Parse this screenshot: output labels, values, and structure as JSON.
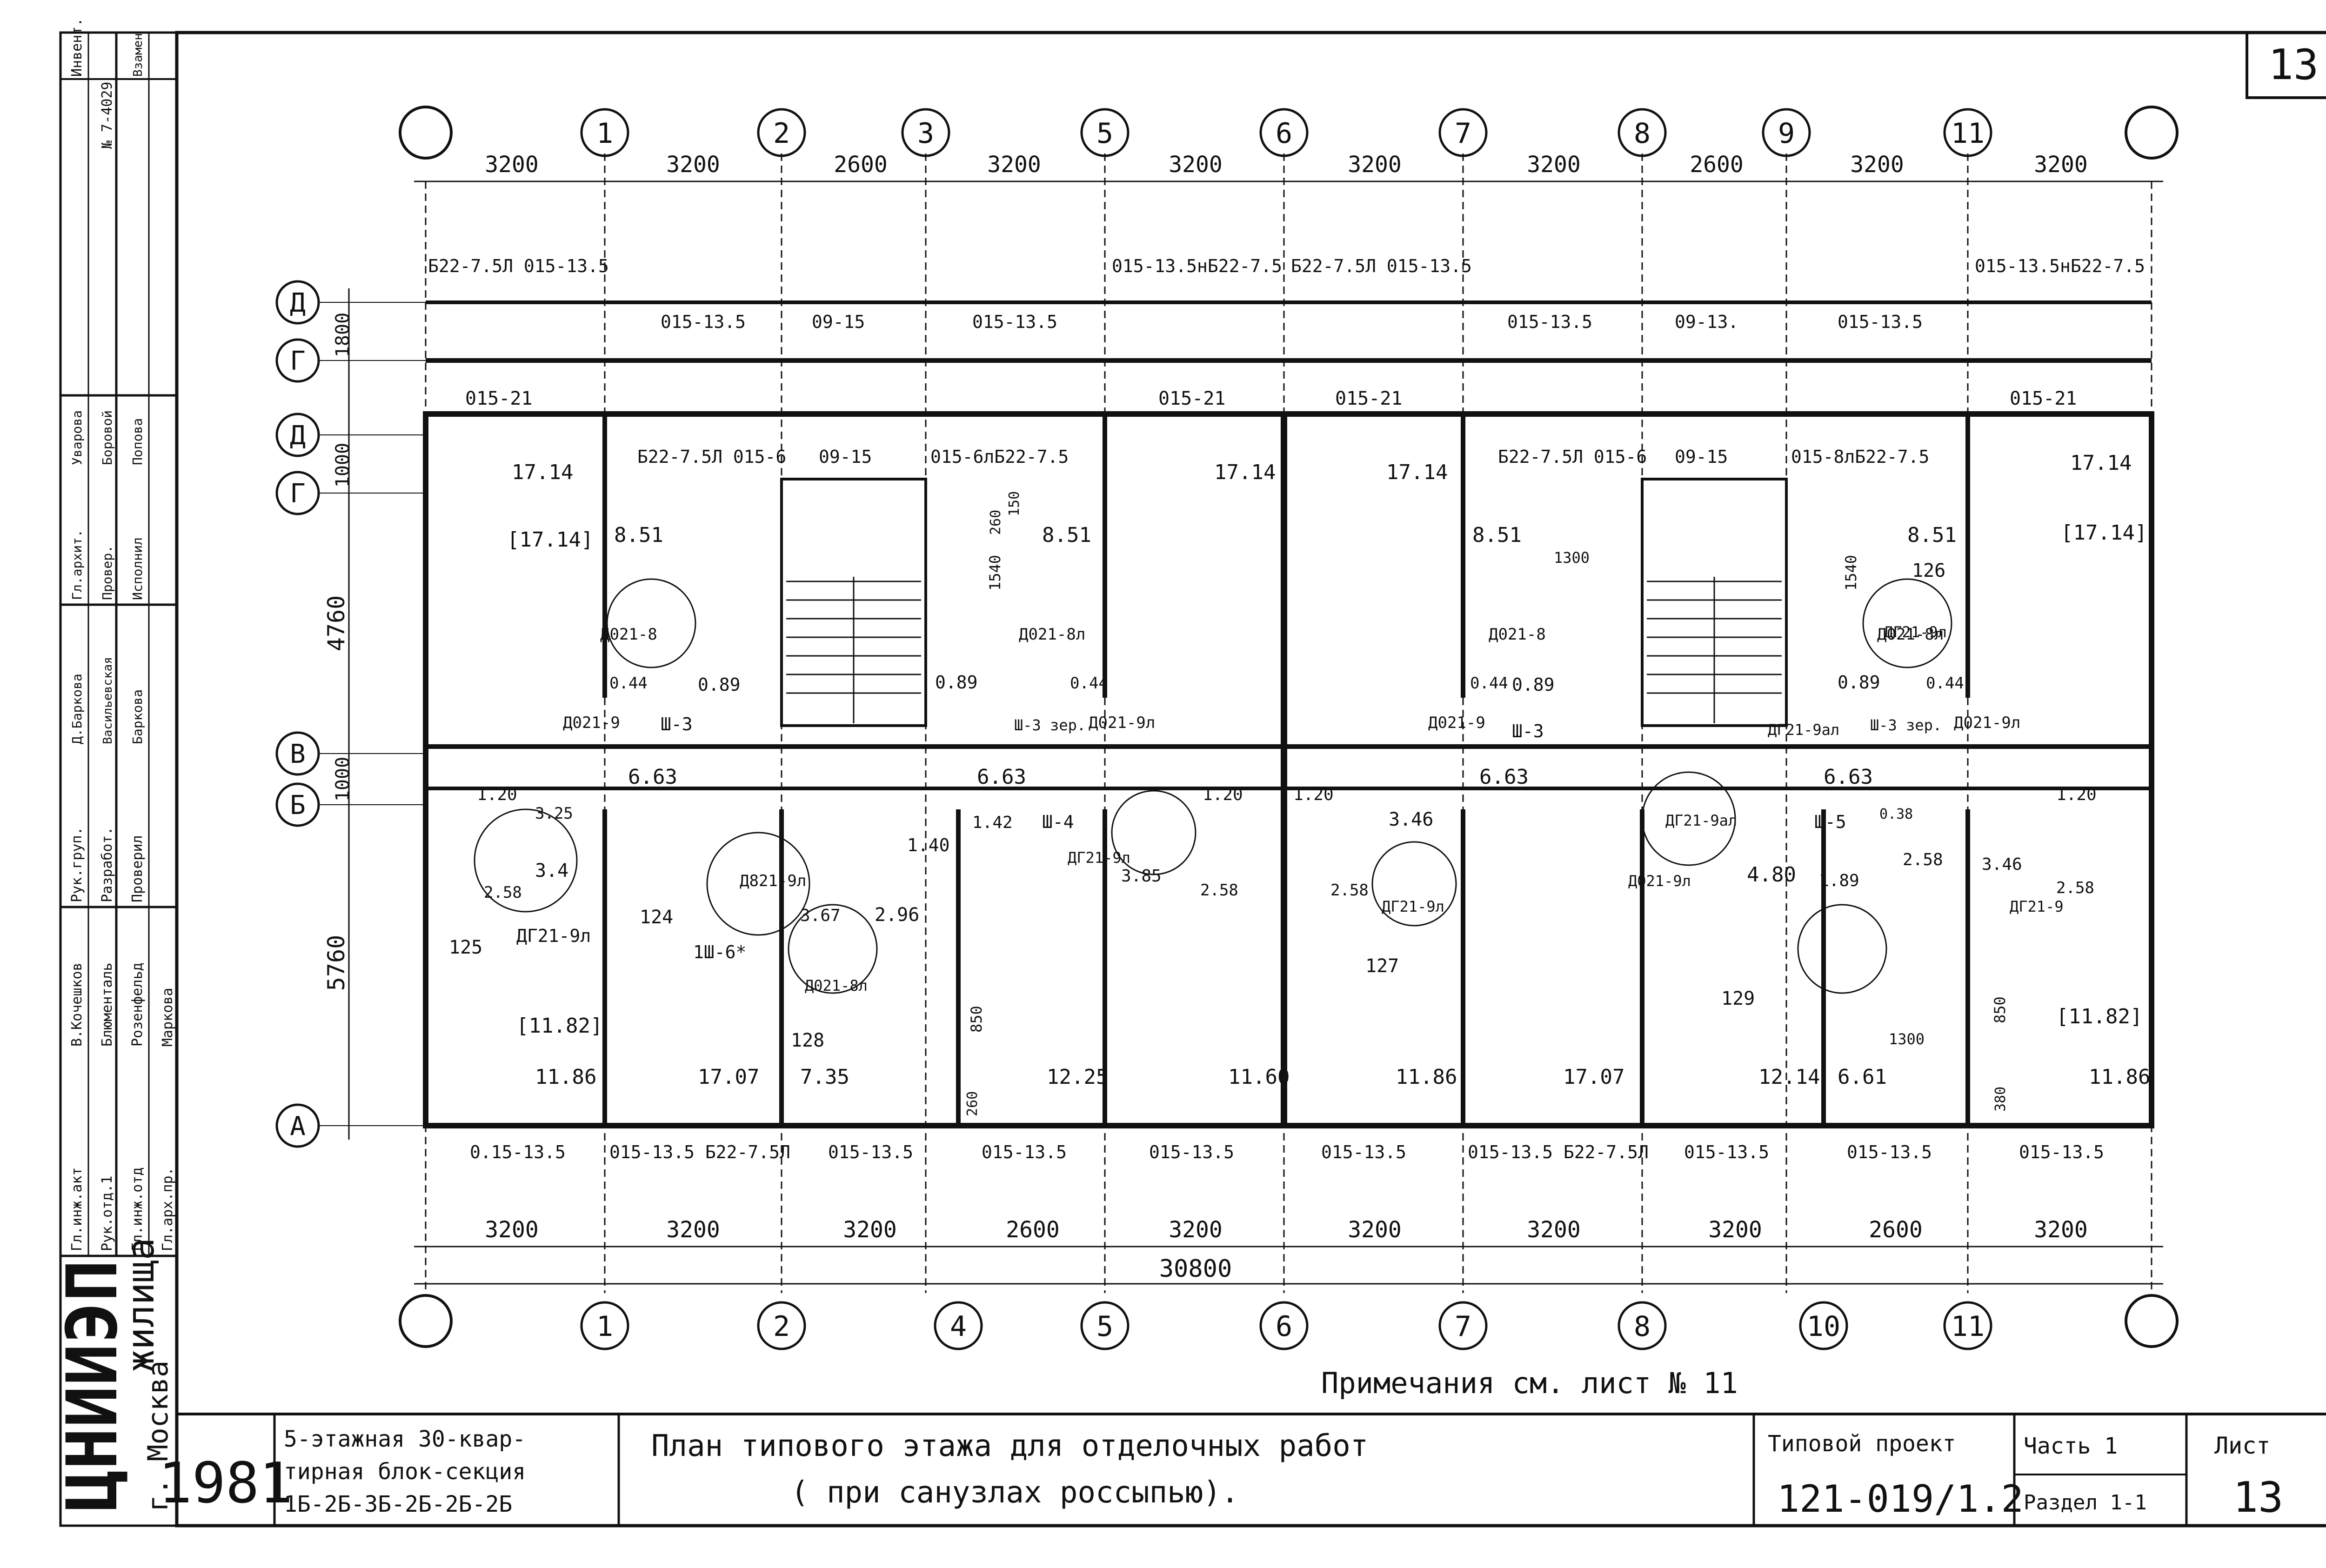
{
  "sheet": {
    "corner_number": "13",
    "note": "Примечания  см. лист № 11"
  },
  "axes": {
    "top_numbers": [
      "1",
      "2",
      "3",
      "5",
      "6",
      "7",
      "8",
      "9",
      "11"
    ],
    "bottom_numbers": [
      "1",
      "2",
      "4",
      "5",
      "6",
      "7",
      "8",
      "10",
      "11"
    ],
    "left_letters": [
      "Д",
      "Г",
      "Д",
      "Г",
      "В",
      "Б",
      "А"
    ],
    "top_dims": [
      "3200",
      "3200",
      "2600",
      "3200",
      "3200",
      "3200",
      "3200",
      "2600",
      "3200",
      "3200"
    ],
    "bottom_dims": [
      "3200",
      "3200",
      "3200",
      "2600",
      "3200",
      "3200",
      "3200",
      "3200",
      "2600",
      "3200"
    ],
    "total_dim": "30800",
    "left_dims": [
      "1800",
      "1000",
      "4760",
      "1000",
      "5760"
    ]
  },
  "plan_labels": {
    "top_windows": [
      "Б22-7.5Л 015-13.5",
      "015-13.5",
      "09-15",
      "015-13.5",
      "015-13.5нБ22-7.5",
      "Б22-7.5Л 015-13.5",
      "015-13.5",
      "09-13.",
      "015-13.5",
      "015-13.5нБ22-7.5"
    ],
    "row2": [
      "015-21",
      "015-21",
      "015-21",
      "015-21"
    ],
    "row3": [
      "Б22-7.5Л 015-6",
      "09-15",
      "015-6лБ22-7.5",
      "Б22-7.5Л 015-6",
      "09-15",
      "015-8лБ22-7.5"
    ],
    "bottom_windows": [
      "0.15-13.5",
      "015-13.5 Б22-7.5Л",
      "015-13.5",
      "015-13.5",
      "015-13.5",
      "015-13.5",
      "015-13.5 Б22-7.5Л",
      "015-13.5",
      "015-13.5",
      "015-13.5"
    ],
    "areas": [
      "17.14",
      "[17.14]",
      "8.51",
      "8.51",
      "17.14",
      "17.14",
      "8.51",
      "8.51",
      "17.14",
      "[17.14]",
      "6.63",
      "6.63",
      "6.63",
      "6.63",
      "11.86",
      "7.35",
      "12.25",
      "11.60",
      "11.86",
      "12.14",
      "6.61",
      "11.86",
      "[11.82]",
      "[11.82]",
      "17.07",
      "17.07",
      "1.20",
      "1.20",
      "1.20",
      "1.20",
      "3.25",
      "3.4",
      "2.58",
      "2.96",
      "3.67",
      "1.40",
      "1.42",
      "3.85",
      "2.58",
      "2.58",
      "3.46",
      "2.58",
      "4.80",
      "3.46",
      "2.58",
      "0.44",
      "0.89",
      "0.89",
      "0.44",
      "0.44",
      "0.89",
      "0.89",
      "0.44",
      "1.89",
      "0.38"
    ],
    "doors": [
      "Д021-8",
      "Д021-8л",
      "Д021-8",
      "Д021-8л",
      "Д021-9",
      "Д021-9л",
      "Д021-9",
      "Д021-9л",
      "ДГ21-9л",
      "ДГ21-9л",
      "ДГ21-9ал",
      "Д021-8л",
      "ДГ21-9л",
      "ДГ21-9ал",
      "Д021-9л",
      "ДГ21-9",
      "ДГ21-9л",
      "Д821-9л"
    ],
    "shafts": [
      "Ш-3",
      "Ш-3 зер.",
      "Ш-3",
      "Ш-3 зер.",
      "Ш-4",
      "Ш-5",
      "1Ш-6*"
    ],
    "misc": [
      "124",
      "125",
      "126",
      "127",
      "128",
      "129",
      "1300",
      "1300",
      "1540",
      "1540",
      "260",
      "150",
      "850",
      "850",
      "260",
      "380"
    ]
  },
  "stamp": {
    "year": "1981",
    "title_line1": "План типового  этажа для отделочных  работ",
    "title_line2": "( при  санузлах  россыпью).",
    "block_desc_line1": "5-этажная 30-квар-",
    "block_desc_line2": "тирная блок-секция",
    "block_desc_line3": "1Б-2Б-3Б-2Б-2Б-2Б",
    "project_label": "Типовой проект",
    "project_number": "121-019/1.2",
    "part_label": "Часть 1",
    "section_label": "Раздел 1-1",
    "sheet_label": "Лист",
    "sheet_number": "13",
    "org": "ЦНИИЭП",
    "org_line2": "жилища",
    "city": "г. Москва"
  },
  "signatures": {
    "col1": [
      "Гл.инж.акт",
      "Рук.отд.1",
      "Гл.инж.отд",
      "Гл.арх.пр."
    ],
    "col1_names": [
      "В.Кочешков",
      "Блюменталь",
      "Розенфельд",
      "Маркова"
    ],
    "col2": [
      "Рук.груп.",
      "Разработ.",
      "Проверил"
    ],
    "col2_names": [
      "Д.Баркова",
      "Васильевская",
      "Баркова"
    ],
    "col3": [
      "Гл.архит.",
      "Провер.",
      "Исполнил"
    ],
    "col3_names": [
      "Уварова",
      "Боровой",
      "Попова"
    ],
    "invent_label": "Инвент.",
    "invent_value": "№ 7-4029",
    "vzamen": "Взамен"
  }
}
